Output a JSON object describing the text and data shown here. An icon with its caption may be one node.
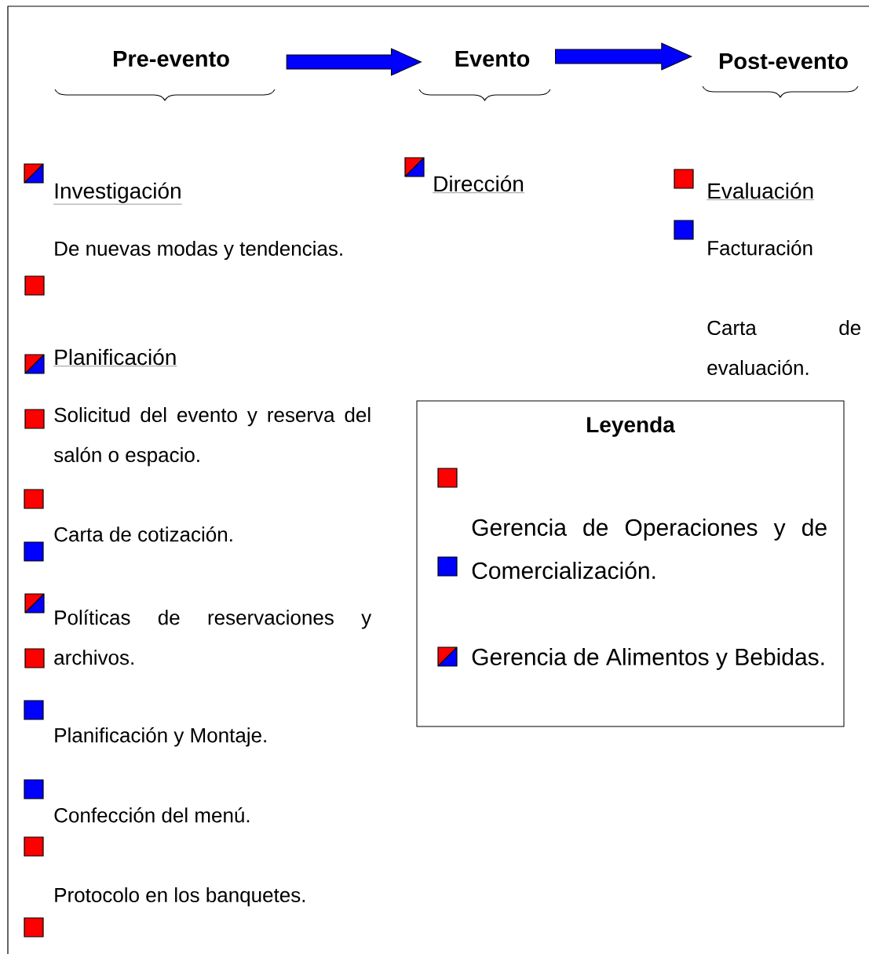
{
  "diagram": {
    "nodes": [
      {
        "text": [
          "Pre-evento"
        ]
      },
      {
        "text": [
          "Evento"
        ]
      },
      {
        "text": [
          "Post-evento"
        ]
      }
    ],
    "edges": [
      {
        "from": 0,
        "to": 1,
        "arrow": "to"
      },
      {
        "from": 1,
        "to": 2,
        "arrow": "to"
      }
    ],
    "labels": [
      "Investigación",
      "De nuevas modas y tendencias.",
      "Dirección",
      "Evaluación",
      "Facturación",
      "Carta de evaluación.",
      "Planificación",
      "Solicitud del evento y reserva del salón o espacio.",
      "Leyenda",
      "Carta de cotización.",
      "Políticas de reservaciones y archivos.",
      "Planificación y Montaje.",
      "Confección del menú.",
      "Protocolo en los banquetes."
    ],
    "legend": [
      {
        "text": "Gerencia de Operaciones y de Comercialización.",
        "color": "#ff0000"
      },
      {
        "text": "Gerencia de Alimentos y Bebidas."
      }
    ]
  }
}
